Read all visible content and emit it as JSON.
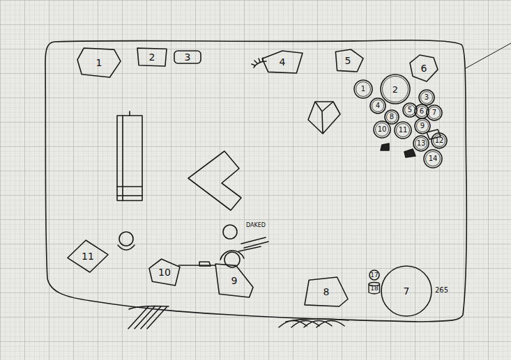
{
  "diagram": {
    "nodes": [
      {
        "text": [
          "1"
        ]
      },
      {
        "text": [
          "2"
        ]
      },
      {
        "text": [
          "3"
        ]
      },
      {
        "text": [
          "4"
        ]
      },
      {
        "text": [
          "5"
        ]
      },
      {
        "text": [
          "6"
        ]
      },
      {
        "text": [
          "1"
        ]
      },
      {
        "text": [
          "2"
        ]
      },
      {
        "text": [
          "3"
        ]
      },
      {
        "text": [
          "4"
        ]
      },
      {
        "text": [
          "5"
        ]
      },
      {
        "text": [
          "6"
        ]
      },
      {
        "text": [
          "7"
        ]
      },
      {
        "text": [
          "8"
        ]
      },
      {
        "text": [
          "9"
        ]
      },
      {
        "text": [
          "10"
        ]
      },
      {
        "text": [
          "11"
        ]
      },
      {
        "text": [
          "12"
        ]
      },
      {
        "text": [
          "13"
        ]
      },
      {
        "text": [
          "14"
        ]
      },
      {
        "text": [
          "7"
        ]
      },
      {
        "text": [
          "17"
        ]
      },
      {
        "text": [
          "18"
        ]
      },
      {
        "text": [
          "8"
        ]
      },
      {
        "text": [
          "9"
        ]
      },
      {
        "text": [
          "10"
        ]
      },
      {
        "text": [
          "11"
        ]
      }
    ],
    "edges": [
      {
        "from": 25,
        "to": 24,
        "arrow": "none"
      }
    ],
    "labels": [
      "265",
      "DAKED"
    ]
  }
}
